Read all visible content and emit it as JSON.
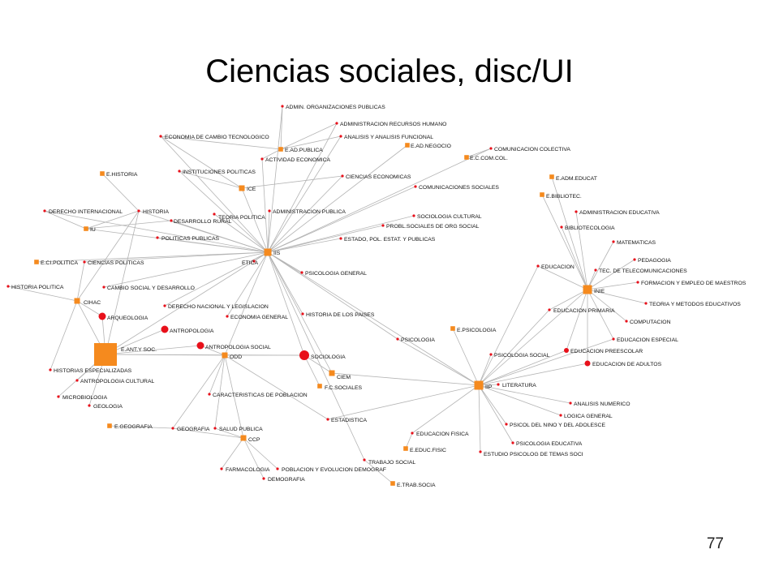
{
  "slide": {
    "title": "Ciencias sociales, disc/UI",
    "page_number": "77"
  },
  "colors": {
    "discipline": "#e8101a",
    "institute": "#f58a1e",
    "edge": "#b4b4b4",
    "background": "#ffffff"
  },
  "network": {
    "nodes": [
      {
        "id": "ADMIN_ORG",
        "label": "ADMIN. ORGANIZACIONES PUBLICAS",
        "kind": "disc"
      },
      {
        "id": "ADMIN_RRHH",
        "label": "ADMINISTRACION RECURSOS HUMANO",
        "kind": "disc"
      },
      {
        "id": "ECON_CAMBIO",
        "label": "ECONOMIA DE CAMBIO TECNOLOGICO",
        "kind": "disc"
      },
      {
        "id": "ANALISIS_FUNC",
        "label": "ANALISIS Y ANALISIS FUNCIONAL",
        "kind": "disc"
      },
      {
        "id": "EAD_PUBLICA",
        "label": "E.AD.PUBLICA",
        "kind": "inst"
      },
      {
        "id": "EAD_NEGOCIO",
        "label": "E.AD.NEGOCIO",
        "kind": "inst"
      },
      {
        "id": "ACT_ECON",
        "label": "ACTIVIDAD ECONOMICA",
        "kind": "disc"
      },
      {
        "id": "COM_COLECTIVA",
        "label": "COMUNICACION COLECTIVA",
        "kind": "disc"
      },
      {
        "id": "EC_COM",
        "label": "E.C.COM.COL.",
        "kind": "inst"
      },
      {
        "id": "EHISTORIA",
        "label": "E.HISTORIA",
        "kind": "inst"
      },
      {
        "id": "INST_POL",
        "label": "INSTITUCIONES POLITICAS",
        "kind": "disc"
      },
      {
        "id": "CIENCIAS_ECON",
        "label": "CIENCIAS ECONOMICAS",
        "kind": "disc"
      },
      {
        "id": "ICE",
        "label": "ICE",
        "kind": "inst"
      },
      {
        "id": "COM_SOC",
        "label": "COMUNICACIONES SOCIALES",
        "kind": "disc"
      },
      {
        "id": "DER_INT",
        "label": "DERECHO INTERNACIONAL",
        "kind": "disc"
      },
      {
        "id": "HISTORIA",
        "label": "HISTORIA",
        "kind": "disc"
      },
      {
        "id": "TEORIA_POL",
        "label": "TEORIA POLITICA",
        "kind": "disc"
      },
      {
        "id": "ADM_PUB",
        "label": "ADMINISTRACION PUBLICA",
        "kind": "disc"
      },
      {
        "id": "SOC_CULT",
        "label": "SOCIOLOGIA CULTURAL",
        "kind": "disc"
      },
      {
        "id": "DESARROLLO_RURAL",
        "label": "DESARROLLO RURAL",
        "kind": "disc"
      },
      {
        "id": "PROBL_SOC",
        "label": "PROBL.SOCIALES DE ORG SOCIAL",
        "kind": "disc"
      },
      {
        "id": "IU",
        "label": "IU",
        "kind": "inst"
      },
      {
        "id": "ESTADO_POL",
        "label": "ESTADO, POL. ESTAT. Y PUBLICAS",
        "kind": "disc"
      },
      {
        "id": "POL_PUB",
        "label": "POLITICAS PUBLICAS",
        "kind": "disc"
      },
      {
        "id": "IIS",
        "label": "IIS",
        "kind": "inst"
      },
      {
        "id": "ETICA",
        "label": "ETICA",
        "kind": "disc"
      },
      {
        "id": "ECIPOLITICA",
        "label": "E.CI.POLITICA",
        "kind": "inst"
      },
      {
        "id": "CIEN_POL",
        "label": "CIENCIAS POLITICAS",
        "kind": "disc"
      },
      {
        "id": "PSIC_GEN",
        "label": "PSICOLOGIA GENERAL",
        "kind": "disc"
      },
      {
        "id": "HIST_POL",
        "label": "HISTORIA POLITICA",
        "kind": "disc"
      },
      {
        "id": "CAMBIO_SOC",
        "label": "CAMBIO SOCIAL Y DESARROLLO",
        "kind": "disc"
      },
      {
        "id": "CIHAC",
        "label": "CIHAC",
        "kind": "inst"
      },
      {
        "id": "DER_NAC",
        "label": "DERECHO NACIONAL Y LEGISLACION",
        "kind": "disc"
      },
      {
        "id": "ARQ",
        "label": "ARQUEOLOGIA",
        "kind": "disc"
      },
      {
        "id": "ECON_GEN",
        "label": "ECONOMIA GENERAL",
        "kind": "disc"
      },
      {
        "id": "HIST_PAISES",
        "label": "HISTORIA DE LOS PAISES",
        "kind": "disc"
      },
      {
        "id": "ANTRO",
        "label": "ANTROPOLOGIA",
        "kind": "disc"
      },
      {
        "id": "EANT",
        "label": "E.ANT.Y SOC.",
        "kind": "inst"
      },
      {
        "id": "ANTRO_SOC",
        "label": "ANTROPOLOGIA SOCIAL",
        "kind": "disc"
      },
      {
        "id": "SOCIOLOGIA",
        "label": "SOCIOLOGIA",
        "kind": "disc"
      },
      {
        "id": "ODD",
        "label": "ODD",
        "kind": "inst"
      },
      {
        "id": "HIST_ESP",
        "label": "HISTORIAS ESPECIALIZADAS",
        "kind": "disc"
      },
      {
        "id": "ANTRO_CULT",
        "label": "ANTROPOLOGIA CULTURAL",
        "kind": "disc"
      },
      {
        "id": "CIEM",
        "label": "CIEM",
        "kind": "inst"
      },
      {
        "id": "FCSOC",
        "label": "F.C.SOCIALES",
        "kind": "inst"
      },
      {
        "id": "MICRO",
        "label": "MICROBIOLOGIA",
        "kind": "disc"
      },
      {
        "id": "GEOLOGIA",
        "label": "GEOLOGIA",
        "kind": "disc"
      },
      {
        "id": "CARAC_POB",
        "label": "CARACTERISTICAS DE POBLACION",
        "kind": "disc"
      },
      {
        "id": "EGEO",
        "label": "E.GEOGRAFIA",
        "kind": "inst"
      },
      {
        "id": "GEOGRAFIA",
        "label": "GEOGRAFIA",
        "kind": "disc"
      },
      {
        "id": "SALUD_PUB",
        "label": "SALUD PUBLICA",
        "kind": "disc"
      },
      {
        "id": "ESTADISTICA",
        "label": "ESTADISTICA",
        "kind": "disc"
      },
      {
        "id": "CCP",
        "label": "CCP",
        "kind": "inst"
      },
      {
        "id": "FARMACO",
        "label": "FARMACOLOGIA",
        "kind": "disc"
      },
      {
        "id": "POBLACION",
        "label": "POBLACION Y EVOLUCION DEMOGRAF",
        "kind": "disc"
      },
      {
        "id": "DEMOGRAFIA",
        "label": "DEMOGRAFIA",
        "kind": "disc"
      },
      {
        "id": "TRAB_SOC",
        "label": "TRABAJO SOCIAL",
        "kind": "disc"
      },
      {
        "id": "ETRAB",
        "label": "E.TRAB.SOCIA",
        "kind": "inst"
      },
      {
        "id": "ED_FISICA",
        "label": "EDUCACION FISICA",
        "kind": "disc"
      },
      {
        "id": "EEDUC_FISIC",
        "label": "E.EDUC.FISIC",
        "kind": "inst"
      },
      {
        "id": "IIP",
        "label": "IIP",
        "kind": "inst"
      },
      {
        "id": "LITERATURA",
        "label": "LITERATURA",
        "kind": "disc"
      },
      {
        "id": "PSICOLOGIA",
        "label": "PSICOLOGIA",
        "kind": "disc"
      },
      {
        "id": "EPSIC",
        "label": "E.PSICOLOGIA",
        "kind": "inst"
      },
      {
        "id": "PSIC_SOCIAL",
        "label": "PSICOLOGIA SOCIAL",
        "kind": "disc"
      },
      {
        "id": "ANAL_NUM",
        "label": "ANALISIS NUMERICO",
        "kind": "disc"
      },
      {
        "id": "LOGICA",
        "label": "LOGICA GENERAL",
        "kind": "disc"
      },
      {
        "id": "PSICOL_NINO",
        "label": "PSICOL DEL NINO Y DEL ADOLESCE",
        "kind": "disc"
      },
      {
        "id": "PSIC_EDUC",
        "label": "PSICOLOGIA EDUCATIVA",
        "kind": "disc"
      },
      {
        "id": "ESTUDIO_PSIC",
        "label": "ESTUDIO PSICOLOG DE TEMAS SOCI",
        "kind": "disc"
      },
      {
        "id": "EADM_EDUCAT",
        "label": "E.ADM.EDUCAT",
        "kind": "inst"
      },
      {
        "id": "EBIBLIOTEC",
        "label": "E.BIBLIOTEC.",
        "kind": "inst"
      },
      {
        "id": "ADM_EDUC",
        "label": "ADMINISTRACION EDUCATIVA",
        "kind": "disc"
      },
      {
        "id": "BIBLIOTEC",
        "label": "BIBLIOTECOLOGIA",
        "kind": "disc"
      },
      {
        "id": "MATEMATICAS",
        "label": "MATEMATICAS",
        "kind": "disc"
      },
      {
        "id": "PEDAGOGIA",
        "label": "PEDAGOGIA",
        "kind": "disc"
      },
      {
        "id": "EDUCACION",
        "label": "EDUCACION",
        "kind": "disc"
      },
      {
        "id": "TEC_TELECOM",
        "label": "TEC. DE TELECOMUNICACIONES",
        "kind": "disc"
      },
      {
        "id": "INIE",
        "label": "INIE",
        "kind": "inst"
      },
      {
        "id": "FORMACION",
        "label": "FORMACION Y EMPLEO DE MAESTROS",
        "kind": "disc"
      },
      {
        "id": "TEORIA_MET",
        "label": "TEORIA Y METODOS EDUCATIVOS",
        "kind": "disc"
      },
      {
        "id": "ED_PRIMARIA",
        "label": "EDUCACION PRIMARIA",
        "kind": "disc"
      },
      {
        "id": "COMPUTACION",
        "label": "COMPUTACION",
        "kind": "disc"
      },
      {
        "id": "ED_ESPECIAL",
        "label": "EDUCACION ESPECIAL",
        "kind": "disc"
      },
      {
        "id": "ED_PREESCOLAR",
        "label": "EDUCACION PREESCOLAR",
        "kind": "disc"
      },
      {
        "id": "ED_ADULTOS",
        "label": "EDUCACION DE ADULTOS",
        "kind": "disc"
      }
    ],
    "edges": [
      [
        "ADMIN_ORG",
        "IIS"
      ],
      [
        "ADMIN_RRHH",
        "IIS"
      ],
      [
        "ECON_CAMBIO",
        "IIS"
      ],
      [
        "ANALISIS_FUNC",
        "IIS"
      ],
      [
        "EAD_PUBLICA",
        "ACT_ECON"
      ],
      [
        "EAD_PUBLICA",
        "ADMIN_ORG"
      ],
      [
        "EAD_PUBLICA",
        "ADMIN_RRHH"
      ],
      [
        "EAD_PUBLICA",
        "ANALISIS_FUNC"
      ],
      [
        "EAD_PUBLICA",
        "ECON_CAMBIO"
      ],
      [
        "EAD_NEGOCIO",
        "IIS"
      ],
      [
        "ACT_ECON",
        "IIS"
      ],
      [
        "COM_COLECTIVA",
        "IIS"
      ],
      [
        "EC_COM",
        "COM_COLECTIVA"
      ],
      [
        "EHISTORIA",
        "HISTORIA"
      ],
      [
        "INST_POL",
        "IIS"
      ],
      [
        "CIENCIAS_ECON",
        "IIS"
      ],
      [
        "ICE",
        "INST_POL"
      ],
      [
        "ICE",
        "ECON_CAMBIO"
      ],
      [
        "ICE",
        "IIS"
      ],
      [
        "ICE",
        "CIENCIAS_ECON"
      ],
      [
        "COM_SOC",
        "IIS"
      ],
      [
        "DER_INT",
        "IIS"
      ],
      [
        "HISTORIA",
        "IIS"
      ],
      [
        "HISTORIA",
        "CIHAC"
      ],
      [
        "HISTORIA",
        "EANT"
      ],
      [
        "TEORIA_POL",
        "IIS"
      ],
      [
        "ADM_PUB",
        "IIS"
      ],
      [
        "SOC_CULT",
        "IIS"
      ],
      [
        "DESARROLLO_RURAL",
        "IIS"
      ],
      [
        "PROBL_SOC",
        "IIS"
      ],
      [
        "IU",
        "DER_INT"
      ],
      [
        "IU",
        "HISTORIA"
      ],
      [
        "IU",
        "DESARROLLO_RURAL"
      ],
      [
        "IU",
        "IIS"
      ],
      [
        "ESTADO_POL",
        "IIS"
      ],
      [
        "POL_PUB",
        "IIS"
      ],
      [
        "ETICA",
        "IIS"
      ],
      [
        "ECIPOLITICA",
        "IIS"
      ],
      [
        "CIEN_POL",
        "IIS"
      ],
      [
        "PSIC_GEN",
        "IIS"
      ],
      [
        "HIST_POL",
        "CIHAC"
      ],
      [
        "CAMBIO_SOC",
        "IIS"
      ],
      [
        "CIHAC",
        "CIEN_POL"
      ],
      [
        "CIHAC",
        "ARQ"
      ],
      [
        "CIHAC",
        "EANT"
      ],
      [
        "DER_NAC",
        "IIS"
      ],
      [
        "ARQ",
        "EANT"
      ],
      [
        "ECON_GEN",
        "IIS"
      ],
      [
        "HIST_PAISES",
        "IIS"
      ],
      [
        "ANTRO",
        "EANT"
      ],
      [
        "ANTRO_SOC",
        "EANT"
      ],
      [
        "SOCIOLOGIA",
        "EANT"
      ],
      [
        "SOCIOLOGIA",
        "IIS"
      ],
      [
        "ODD",
        "IIS"
      ],
      [
        "HIST_ESP",
        "CIHAC"
      ],
      [
        "ANTRO_CULT",
        "EANT"
      ],
      [
        "CIEM",
        "IIS"
      ],
      [
        "CIEM",
        "SOCIOLOGIA"
      ],
      [
        "CIEM",
        "IIP"
      ],
      [
        "FCSOC",
        "SOCIOLOGIA"
      ],
      [
        "MICRO",
        "EANT"
      ],
      [
        "GEOLOGIA",
        "EANT"
      ],
      [
        "CARAC_POB",
        "ODD"
      ],
      [
        "EGEO",
        "GEOGRAFIA"
      ],
      [
        "GEOGRAFIA",
        "ODD"
      ],
      [
        "SALUD_PUB",
        "ODD"
      ],
      [
        "ESTADISTICA",
        "ODD"
      ],
      [
        "ESTADISTICA",
        "IIP"
      ],
      [
        "CCP",
        "ODD"
      ],
      [
        "CCP",
        "SALUD_PUB"
      ],
      [
        "CCP",
        "GEOGRAFIA"
      ],
      [
        "CCP",
        "POBLACION"
      ],
      [
        "CCP",
        "DEMOGRAFIA"
      ],
      [
        "CCP",
        "FARMACO"
      ],
      [
        "TRAB_SOC",
        "IIS"
      ],
      [
        "ETRAB",
        "TRAB_SOC"
      ],
      [
        "EEDUC_FISIC",
        "ED_FISICA"
      ],
      [
        "ED_FISICA",
        "IIP"
      ],
      [
        "IIP",
        "PSICOLOGIA"
      ],
      [
        "IIP",
        "EPSIC"
      ],
      [
        "IIP",
        "PSIC_SOCIAL"
      ],
      [
        "IIP",
        "LITERATURA"
      ],
      [
        "IIP",
        "ANAL_NUM"
      ],
      [
        "IIP",
        "LOGICA"
      ],
      [
        "IIP",
        "PSICOL_NINO"
      ],
      [
        "IIP",
        "PSIC_EDUC"
      ],
      [
        "IIP",
        "ESTUDIO_PSIC"
      ],
      [
        "IIP",
        "IIS"
      ],
      [
        "IIP",
        "INIE"
      ],
      [
        "IIP",
        "EDUCACION"
      ],
      [
        "IIP",
        "ED_PRIMARIA"
      ],
      [
        "IIP",
        "ED_PREESCOLAR"
      ],
      [
        "IIP",
        "ED_ADULTOS"
      ],
      [
        "IIP",
        "ED_ESPECIAL"
      ],
      [
        "PSICOLOGIA",
        "IIS"
      ],
      [
        "INIE",
        "EADM_EDUCAT"
      ],
      [
        "INIE",
        "EBIBLIOTEC"
      ],
      [
        "INIE",
        "ADM_EDUC"
      ],
      [
        "INIE",
        "BIBLIOTEC"
      ],
      [
        "INIE",
        "MATEMATICAS"
      ],
      [
        "INIE",
        "PEDAGOGIA"
      ],
      [
        "INIE",
        "EDUCACION"
      ],
      [
        "INIE",
        "TEC_TELECOM"
      ],
      [
        "INIE",
        "FORMACION"
      ],
      [
        "INIE",
        "TEORIA_MET"
      ],
      [
        "INIE",
        "ED_PRIMARIA"
      ],
      [
        "INIE",
        "COMPUTACION"
      ],
      [
        "INIE",
        "ED_ESPECIAL"
      ],
      [
        "INIE",
        "ED_PREESCOLAR"
      ],
      [
        "INIE",
        "ED_ADULTOS"
      ],
      [
        "EANT",
        "ODD"
      ],
      [
        "EANT",
        "IIS"
      ],
      [
        "ODD",
        "SOCIOLOGIA"
      ],
      [
        "ODD",
        "ANTRO_SOC"
      ]
    ]
  }
}
